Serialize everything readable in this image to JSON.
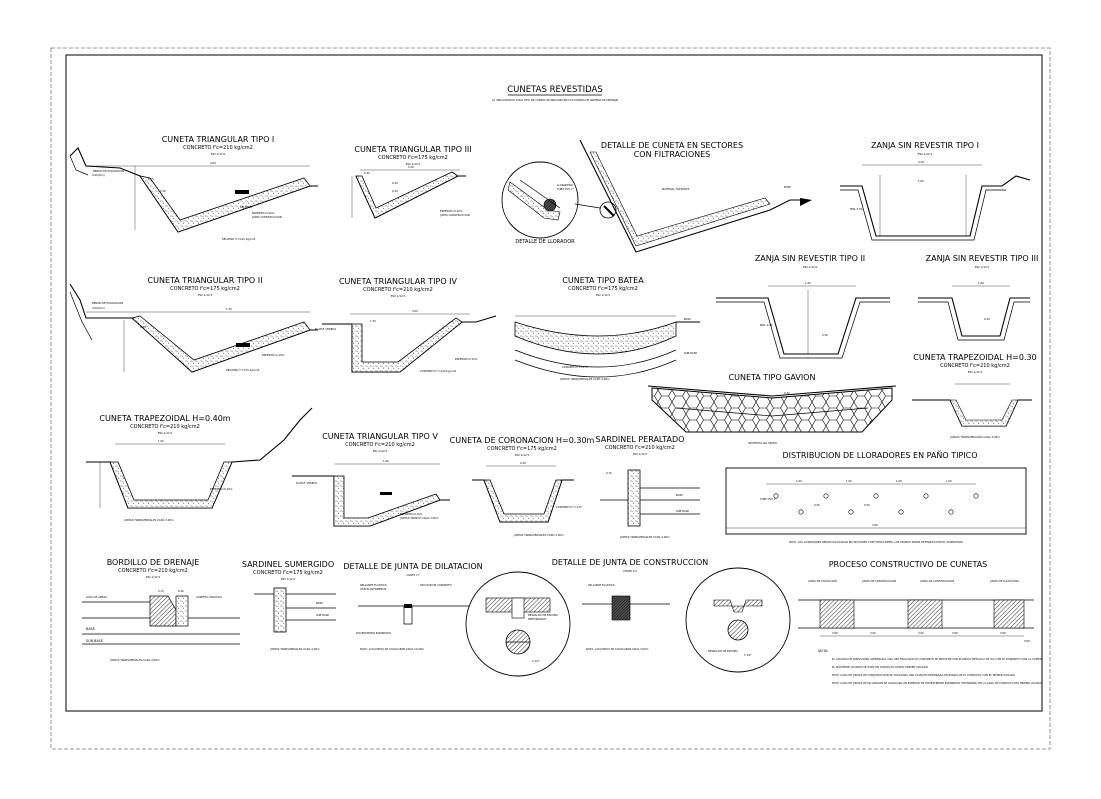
{
  "sheet": {
    "title": "CUNETAS REVESTIDAS",
    "subtitle": "LA UBICACION DE CADA TIPO DE CUNETA SE INDICARA EN LOS PLANOS DE SISTEMA DE DRENAJE"
  },
  "details": {
    "triangular_1": {
      "title": "CUNETA TRIANGULAR TIPO I",
      "spec": "CONCRETO f'c=210 kg/cm2",
      "scale": "ESC.1/12.5",
      "labels": [
        "BERMA DE EXCAVACION",
        "4.00(min)",
        "4.00",
        "0.15",
        "1.50",
        "RELLENO",
        "ESPESOR=0.10m",
        "JUNTA CONSTRUCCION",
        "RELLENO f'c=210 kg/cm2"
      ]
    },
    "triangular_3": {
      "title": "CUNETA TRIANGULAR TIPO III",
      "spec": "CONCRETO f'c=175 kg/cm2",
      "scale": "ESC.1/12.5",
      "labels": [
        "1.00",
        "0.40",
        "0.50",
        "0.50",
        "ESPESOR=0.10m",
        "JUNTA CONSTRUCCION"
      ]
    },
    "filtraciones": {
      "title": "DETALLE DE CUNETA EN SECTORES",
      "title2": "CON FILTRACIONES",
      "lloradero": "DETALLE DE LLORADOR",
      "labels": [
        "LLORADERO",
        "TUBO PVC 2\"",
        "MATERIAL FILTRANTE",
        "BASE"
      ]
    },
    "zanja_1": {
      "title": "ZANJA SIN REVESTIR TIPO I",
      "scale": "ESC.1/12.5",
      "labels": [
        "4.20",
        "1.00",
        "MIN. 0.50"
      ]
    },
    "triangular_2": {
      "title": "CUNETA TRIANGULAR TIPO II",
      "spec": "CONCRETO f'c=175 kg/cm2",
      "scale": "ESC.1/12.5",
      "labels": [
        "BERMA DE EXCAVACION",
        "4.00(min)",
        "1.50",
        "0.30",
        "ESPESOR=0.10m",
        "RELLENO f'c=175 kg/cm2"
      ]
    },
    "triangular_4": {
      "title": "CUNETA TRIANGULAR TIPO IV",
      "spec": "CONCRETO f'c=210 kg/cm2",
      "scale": "ESC.1/12.5",
      "labels": [
        "4.00",
        "1.50",
        "PLATAF. VEREDA",
        "ESPESOR=0.15m",
        "CONCRETO f'c=210 kg/cm2"
      ]
    },
    "batea": {
      "title": "CUNETA TIPO BATEA",
      "spec": "CONCRETO f'c=175 kg/cm2",
      "scale": "ESC.1/12.5",
      "labels": [
        "BASE",
        "SUB BASE",
        "JUNTAS TRANSVERSALES CADA 3.00m",
        "CONCRETO f'c=175"
      ]
    },
    "zanja_2": {
      "title": "ZANJA SIN REVESTIR TIPO II",
      "scale": "ESC.1/12.5",
      "labels": [
        "1.00",
        "0.50",
        "MIN. 0.50"
      ]
    },
    "zanja_3": {
      "title": "ZANJA SIN REVESTIR TIPO III",
      "scale": "ESC.1/12.5",
      "labels": [
        "1.00",
        "0.50"
      ]
    },
    "trapezoidal_40": {
      "title": "CUNETA TRAPEZOIDAL H=0.40m",
      "spec": "CONCRETO f'c=210 kg/cm2",
      "scale": "ESC.1/12.5",
      "labels": [
        "JUNTAS TRANSVERSALES CADA 3.00m",
        "ESPESOR=0.10m",
        "1.00"
      ]
    },
    "gavion": {
      "title": "CUNETA TIPO GAVION",
      "labels": [
        "GEOTEXTIL NO TEJIDO",
        "0.20"
      ]
    },
    "trapezoidal_30": {
      "title": "CUNETA TRAPEZOIDAL H=0.30",
      "spec": "CONCRETO f'c=210 kg/cm2",
      "scale": "ESC.1/12.5",
      "labels": [
        "JUNTAS TRANSVERSALES CADA 3.00m"
      ]
    },
    "triangular_5": {
      "title": "CUNETA TRIANGULAR TIPO V",
      "spec": "CONCRETO f'c=210 kg/cm2",
      "scale": "ESC.1/12.5",
      "labels": [
        "PLATAF. VEREDA",
        "1.00",
        "ESPESOR=0.10m",
        "JUNTAS TRANSV. CADA 3.00m"
      ]
    },
    "coronacion": {
      "title": "CUNETA DE CORONACION H=0.30m",
      "spec": "CONCRETO f'c=175 kg/cm2",
      "scale": "ESC.1/12.5",
      "labels": [
        "JUNTAS TRANSVERSALES CADA 3.00m",
        "0.30",
        "CONCRETO f'c=175"
      ]
    },
    "sardinel_peraltado": {
      "title": "SARDINEL PERALTADO",
      "spec": "CONCRETO f'c=210 kg/cm2",
      "scale": "ESC.1/12.5",
      "labels": [
        "BASE",
        "SUB BASE",
        "JUNTAS TRANSVERSALES CADA 4.00m",
        "0.15"
      ]
    },
    "lloradores": {
      "title": "DISTRIBUCION DE LLORADORES EN PAÑO TIPICO",
      "labels": [
        "3.00",
        "1.00",
        "1.00",
        "1.00",
        "1.00",
        "0.50",
        "0.50",
        "TUBO PVC 2\""
      ],
      "note": "NOTA: LOS LLORADORES SERAN COLOCADOS EN SECTORES CON FILTRACIONES, LOS MISMOS SERAN DEFINIDOS POR EL SUPERVISOR"
    },
    "bordillo": {
      "title": "BORDILLO DE DRENAJE",
      "spec": "CONCRETO f'c=210 kg/cm2",
      "scale": "ESC.1/12.5",
      "labels": [
        "LOSA DE APROX.",
        "CARPETA ASFALTICA",
        "BASE",
        "SUB BASE",
        "JUNTAS TRANSVERSALES CADA 4.00m",
        "0.15",
        "0.20"
      ]
    },
    "sardinel_sumergido": {
      "title": "SARDINEL SUMERGIDO",
      "spec": "CONCRETO f'c=175 kg/cm2",
      "scale": "ESC.1/12.5",
      "labels": [
        "BASE",
        "SUB BASE",
        "JUNTAS TRANSVERSALES CADA 3.00m"
      ]
    },
    "junta_dilatacion": {
      "title": "DETALLE DE JUNTA DE DILATACION",
      "cut": "CORTE Y-Y",
      "labels": [
        "SELLANTE ELASTICO",
        "CON ELASTOMEROS",
        "SECCION DE CONCRETO",
        "POLIESTIRENO EXPANDIDO",
        "NOTA: LAS JUNTAS SE COLOCARAN CADA 10.00m",
        "RESPALDO DE ESPUMA",
        "PREFORMADO",
        "2 1/2\""
      ]
    },
    "junta_construccion": {
      "title": "DETALLE DE JUNTA DE CONSTRUCCION",
      "cut": "CORTE X-X",
      "labels": [
        "SELLANTE ELASTICO",
        "NOTA: LAS JUNTAS SE COLOCARAN CADA 3.00m",
        "RESPALDO DE ESPUMA",
        "2 1/2\""
      ]
    },
    "proceso": {
      "title": "PROCESO CONSTRUCTIVO DE CUNETAS",
      "labels": [
        "JUNTA DE DILATACION",
        "JUNTA DE CONSTRUCCION",
        "JUNTA DE CONSTRUCCION",
        "JUNTA DE DILATACION",
        "3.00",
        "3.00",
        "3.00",
        "3.00",
        "3.00",
        "3.00"
      ]
    }
  },
  "notes": {
    "head": "NOTA:",
    "items": [
      "EL VACIADO DE PAÑOS SERA ALTERNADO, UNA VEZ FRAGUADO EL CONCRETO SE PROCEDE CON PLANCHA METALICA DE 5mm EN EL CONCRETO CON LA CUNETA",
      "EL SIGUIENTE VACIADO SE HARA EN CONTACTO CON EL PRIMER VACIADO",
      "EN EL CASO DE JUNTAS DE CONSTRUCCION SE COLOCARA UNA PLANCHA ESPONJOSA EN ZONAS DE EL CONTACTO CON EL PRIMER VACIADO",
      "EN EL CASO DE JUNTAS DE DILATACION SE COLOCARA UN ESPESOR DE POLIESTIRENO EXPANDIDO (TECNOPOR) EN LA CARA DE CONTACTO DEL PRIMER VACIADO"
    ]
  }
}
